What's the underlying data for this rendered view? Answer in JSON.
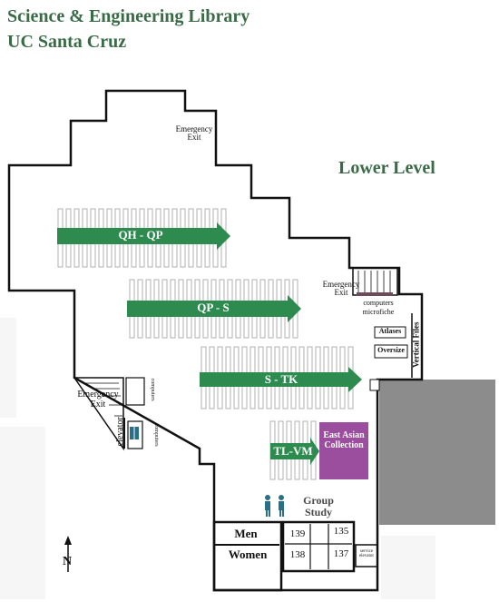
{
  "header": {
    "line1": "Science & Engineering Library",
    "line2": "UC Santa Cruz"
  },
  "level": "Lower Level",
  "colors": {
    "title_green": "#3a6b47",
    "arrow_green": "#2e8b4f",
    "collection_purple": "#9b4e9e",
    "annex_gray": "#8c8c8c",
    "restroom_blue": "#2a6f8a"
  },
  "stack_ranges": [
    {
      "id": "qh-qp",
      "label": "QH - QP"
    },
    {
      "id": "qp-s",
      "label": "QP - S"
    },
    {
      "id": "s-tk",
      "label": "S - TK"
    },
    {
      "id": "tl-vm",
      "label": "TL-VM"
    }
  ],
  "labels": {
    "emergency_exit_top": "Emergency Exit",
    "emergency_exit_right": "Emergency Exit",
    "emergency_exit_left": "Emergency Exit",
    "computers_right": "computers",
    "microfiche": "microfiche",
    "atlases": "Atlases",
    "oversize": "Oversize",
    "vertical_files": "Vertical Files",
    "elevator": "elevator",
    "computers_left_top": "computers",
    "computers_left_bottom": "computers",
    "east_asian": "East Asian Collection",
    "group_study": "Group Study",
    "men": "Men",
    "women": "Women",
    "service_elevator": "service elevator"
  },
  "rooms": [
    "139",
    "135",
    "138",
    "137"
  ],
  "compass": "N"
}
